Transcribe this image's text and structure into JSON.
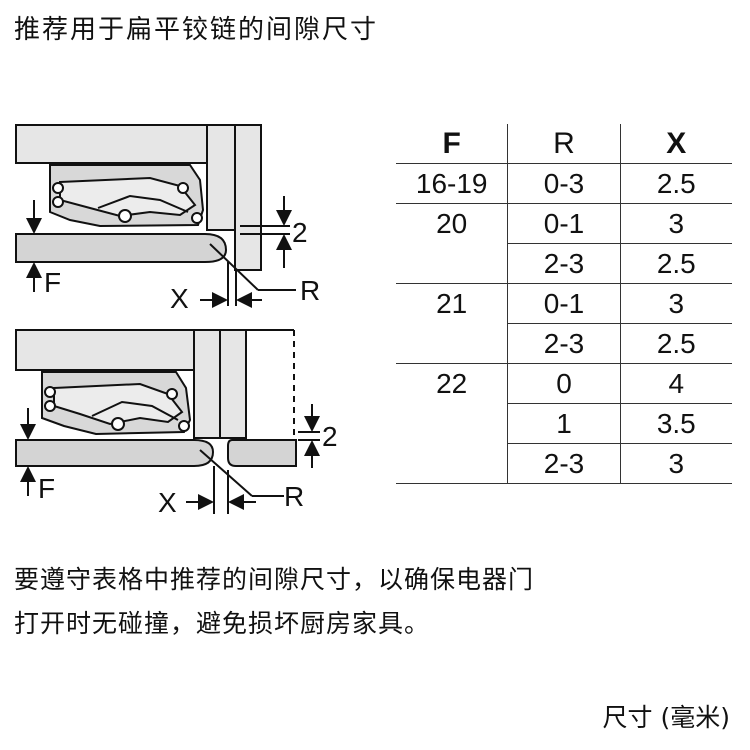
{
  "title": "推荐用于扁平铰链的间隙尺寸",
  "table": {
    "headers": [
      "F",
      "R",
      "X"
    ],
    "groups": [
      {
        "f": "16-19",
        "rows": [
          {
            "r": "0-3",
            "x": "2.5"
          }
        ]
      },
      {
        "f": "20",
        "rows": [
          {
            "r": "0-1",
            "x": "3"
          },
          {
            "r": "2-3",
            "x": "2.5"
          }
        ]
      },
      {
        "f": "21",
        "rows": [
          {
            "r": "0-1",
            "x": "3"
          },
          {
            "r": "2-3",
            "x": "2.5"
          }
        ]
      },
      {
        "f": "22",
        "rows": [
          {
            "r": "0",
            "x": "4"
          },
          {
            "r": "1",
            "x": "3.5"
          },
          {
            "r": "2-3",
            "x": "3"
          }
        ]
      }
    ]
  },
  "diagram": {
    "top": {
      "label_x": "X",
      "label_r": "R",
      "label_f": "F",
      "label_gap": "2"
    },
    "bottom": {
      "label_x": "X",
      "label_r": "R",
      "label_f": "F",
      "label_gap": "2"
    }
  },
  "note": {
    "line1": "要遵守表格中推荐的间隙尺寸，以确保电器门",
    "line2": "打开时无碰撞，避免损坏厨房家具。"
  },
  "units": "尺寸 (毫米)"
}
